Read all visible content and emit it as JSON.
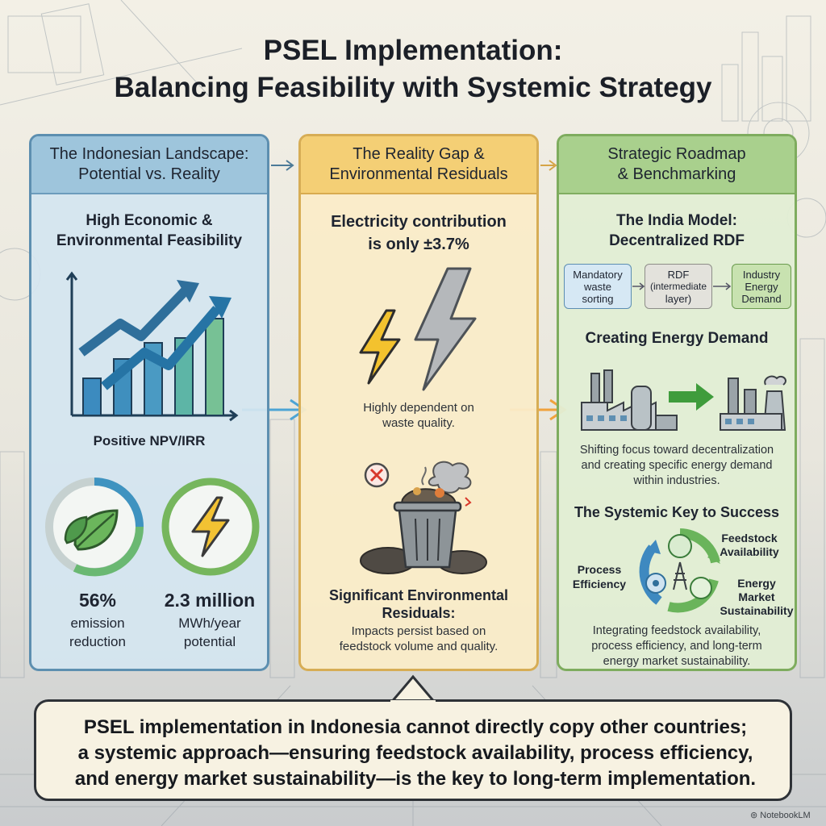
{
  "title_line1": "PSEL Implementation:",
  "title_line2": "Balancing Feasibility with Systemic Strategy",
  "panel1": {
    "header": [
      "The Indonesian Landscape:",
      "Potential vs. Reality"
    ],
    "heading": [
      "High Economic &",
      "Environmental Feasibility"
    ],
    "chart_caption": "Positive NPV/IRR",
    "stat1_value": "56%",
    "stat1_label": [
      "emission",
      "reduction"
    ],
    "stat2_value": "2.3 million",
    "stat2_label": [
      "MWh/year",
      "potential"
    ]
  },
  "panel2": {
    "header": [
      "The Reality Gap &",
      "Environmental Residuals"
    ],
    "heading": [
      "Electricity contribution",
      "is only ±3.7%"
    ],
    "dependency_text": [
      "Highly dependent on",
      "waste quality."
    ],
    "residual_heading": [
      "Significant Environmental",
      "Residuals:"
    ],
    "residual_text": [
      "Impacts persist based on",
      "feedstock volume and quality."
    ]
  },
  "panel3": {
    "header": [
      "Strategic Roadmap",
      "& Benchmarking"
    ],
    "heading": [
      "The India Model:",
      "Decentralized RDF"
    ],
    "flow": {
      "box1": [
        "Mandatory",
        "waste",
        "sorting"
      ],
      "box2": [
        "RDF",
        "(intermediate",
        "layer)"
      ],
      "box3": [
        "Industry",
        "Energy",
        "Demand"
      ]
    },
    "demand_heading": "Creating Energy Demand",
    "demand_text": [
      "Shifting focus toward decentralization",
      "and creating specific energy demand",
      "within industries."
    ],
    "systemic_heading": "The Systemic Key to Success",
    "cycle_labels": {
      "feedstock": [
        "Feedstock",
        "Availability"
      ],
      "process": [
        "Process",
        "Efficiency"
      ],
      "energy": [
        "Energy",
        "Market",
        "Sustainability"
      ]
    },
    "systemic_text": [
      "Integrating feedstock availability,",
      "process efficiency, and long-term",
      "energy market sustainability."
    ]
  },
  "conclusion": [
    "PSEL implementation in Indonesia cannot directly copy other countries;",
    "a systemic approach—ensuring feedstock availability, process efficiency,",
    "and energy market sustainability—is the key to long-term implementation."
  ],
  "watermark": "NotebookLM",
  "colors": {
    "blue_panel": "#d4e5f0",
    "yellow_panel": "#faecc8",
    "green_panel": "#e2eed4",
    "accent_yellow": "#f4cf75"
  }
}
